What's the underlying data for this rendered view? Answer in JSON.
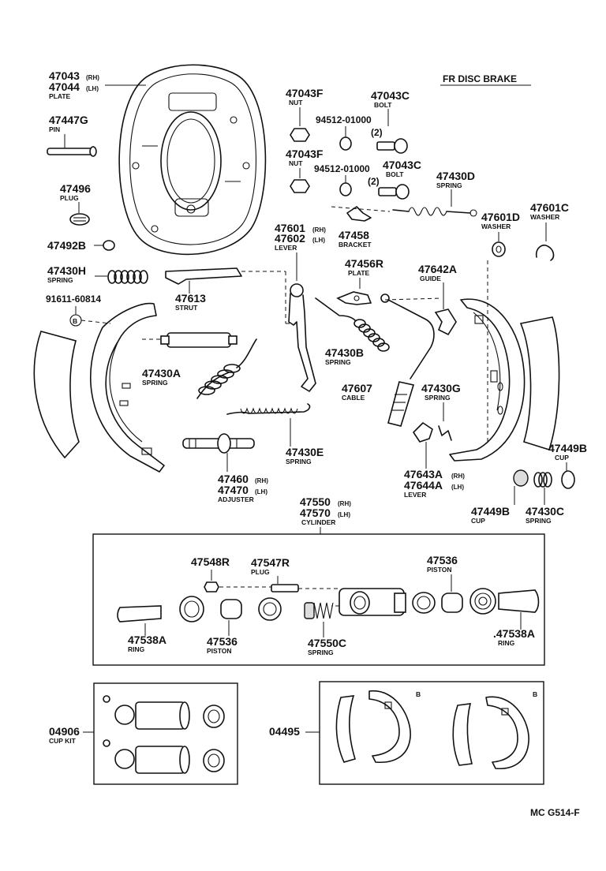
{
  "header": {
    "title": "FR DISC BRAKE"
  },
  "footer": {
    "code": "MC  G514-F"
  },
  "callouts": {
    "plate": {
      "pn1": "47043",
      "sfx1": "(RH)",
      "pn2": "47044",
      "sfx2": "(LH)",
      "name": "PLATE"
    },
    "pin": {
      "pn": "47447G",
      "name": "PIN"
    },
    "plug": {
      "pn": "47496",
      "name": "PLUG"
    },
    "c47492b": {
      "pn": "47492B"
    },
    "spring_h": {
      "pn": "47430H",
      "name": "SPRING"
    },
    "c91611": {
      "pn": "91611-60814"
    },
    "mark_b": {
      "text": "B"
    },
    "strut": {
      "pn": "47613",
      "name": "STRUT"
    },
    "spring_a": {
      "pn": "47430A",
      "name": "SPRING"
    },
    "spring_e": {
      "pn": "47430E",
      "name": "SPRING"
    },
    "adjuster": {
      "pn1": "47460",
      "sfx1": "(RH)",
      "pn2": "47470",
      "sfx2": "(LH)",
      "name": "ADJUSTER"
    },
    "nut1": {
      "pn": "47043F",
      "name": "NUT"
    },
    "nut2": {
      "pn": "47043F",
      "name": "NUT"
    },
    "washer1": {
      "pn": "94512-01000"
    },
    "washer2": {
      "pn": "94512-01000"
    },
    "bolt1": {
      "pn": "47043C",
      "name": "BOLT",
      "qty": "(2)"
    },
    "bolt2": {
      "pn": "47043C",
      "name": "BOLT",
      "qty": "(2)"
    },
    "spring_d": {
      "pn": "47430D",
      "name": "SPRING"
    },
    "washer_c": {
      "pn": "47601C",
      "name": "WASHER"
    },
    "washer_d": {
      "pn": "47601D",
      "name": "WASHER"
    },
    "lever1": {
      "pn1": "47601",
      "sfx1": "(RH)",
      "pn2": "47602",
      "sfx2": "(LH)",
      "name": "LEVER"
    },
    "bracket": {
      "pn": "47458",
      "name": "BRACKET"
    },
    "plate_r": {
      "pn": "47456R",
      "name": "PLATE"
    },
    "guide": {
      "pn": "47642A",
      "name": "GUIDE"
    },
    "spring_b": {
      "pn": "47430B",
      "name": "SPRING"
    },
    "cable": {
      "pn": "47607",
      "name": "CABLE"
    },
    "spring_g": {
      "pn": "47430G",
      "name": "SPRING"
    },
    "lever2": {
      "pn1": "47643A",
      "sfx1": "(RH)",
      "pn2": "47644A",
      "sfx2": "(LH)",
      "name": "LEVER"
    },
    "cup_top": {
      "pn": "47449B",
      "name": "CUP"
    },
    "cup_bot": {
      "pn": "47449B",
      "name": "CUP"
    },
    "spring_c": {
      "pn": "47430C",
      "name": "SPRING"
    },
    "cylinder": {
      "pn1": "47550",
      "sfx1": "(RH)",
      "pn2": "47570",
      "sfx2": "(LH)",
      "name": "CYLINDER"
    },
    "c47548r": {
      "pn": "47548R"
    },
    "plug_r": {
      "pn": "47547R",
      "name": "PLUG"
    },
    "piston_r": {
      "pn": "47536",
      "name": "PISTON"
    },
    "ring_l": {
      "pn": "47538A",
      "name": "RING"
    },
    "piston_l": {
      "pn": "47536",
      "name": "PISTON"
    },
    "spring_550c": {
      "pn": "47550C",
      "name": "SPRING"
    },
    "ring_r": {
      "pn": ".47538A",
      "name": "RING"
    },
    "cupkit": {
      "pn": "04906",
      "name": "CUP KIT"
    },
    "shoekit": {
      "pn": "04495"
    },
    "shoe_mark1": {
      "text": "B"
    },
    "shoe_mark2": {
      "text": "B"
    }
  },
  "colors": {
    "ink": "#111111",
    "paper": "#ffffff"
  }
}
